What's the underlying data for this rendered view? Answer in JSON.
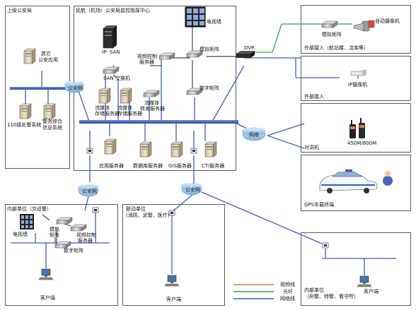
{
  "regions": {
    "upper_bureau": "上级公安局",
    "command_center": "民航（机场）公安局监控指挥中心",
    "external_access_1": "外部接入（航站楼、洼库等）",
    "external_access_2": "外部接入",
    "intercom": "对讲机",
    "gps": "GPS车载终端",
    "internal_unit_left": "内部单位（交巡警）",
    "linkage_unit": "联动单位",
    "linkage_unit_detail": "(消防、武警、医疗)",
    "internal_unit_right": "内部单位",
    "internal_unit_right_detail": "（刑警、特警、看守所）"
  },
  "nodes": {
    "other_police_app": [
      "其它",
      "公安应用"
    ],
    "alarm_110": "110接处警系统",
    "police_info": [
      "警务综合",
      "信息系统"
    ],
    "ip_san": "IP- SAN",
    "san_switch": "SAN 交换机",
    "stream_storage_1": [
      "流媒体",
      "存储服务器"
    ],
    "stream_storage_2": [
      "流媒体",
      "存储服务器"
    ],
    "stream_forward": [
      "流媒体",
      "转发服务器"
    ],
    "video_control": [
      "视频控制",
      "服务器"
    ],
    "tv_wall": "电视墙",
    "analog_matrix": "模拟矩阵",
    "dvr": "DVR",
    "digital_matrix": "数字矩阵",
    "app_server": "应用服务器",
    "db_server": "数据库服务器",
    "gis_server": "GIS服务器",
    "cti_server": "CTI服务器",
    "ext_analog_matrix": "模拟矩阵",
    "dome_camera": "自动摄像机",
    "ip_camera": "IP摄像机",
    "radio_model": "450M/800M",
    "left_tv_wall": "电视墙",
    "left_analog_matrix": [
      "模拟",
      "矩阵"
    ],
    "left_video_control": [
      "视频控制",
      "服务器"
    ],
    "left_digital_matrix": "数字矩阵",
    "client_left": "客户端",
    "client_middle": "客户端",
    "client_right": "客户端"
  },
  "clouds": {
    "police_net_top": "公安网",
    "police_net_left": "公安网",
    "police_net_middle": "公安网",
    "net_right": "网络"
  },
  "legend": [
    {
      "label": "视频线",
      "color": "#e07b39"
    },
    {
      "label": "光纤",
      "color": "#2aa84a"
    },
    {
      "label": "网络线",
      "color": "#3b5fc0"
    }
  ],
  "colors": {
    "network_line": "#3b5fc0",
    "fiber_line": "#2aa84a",
    "video_line": "#e07b39",
    "black_line": "#111111"
  }
}
